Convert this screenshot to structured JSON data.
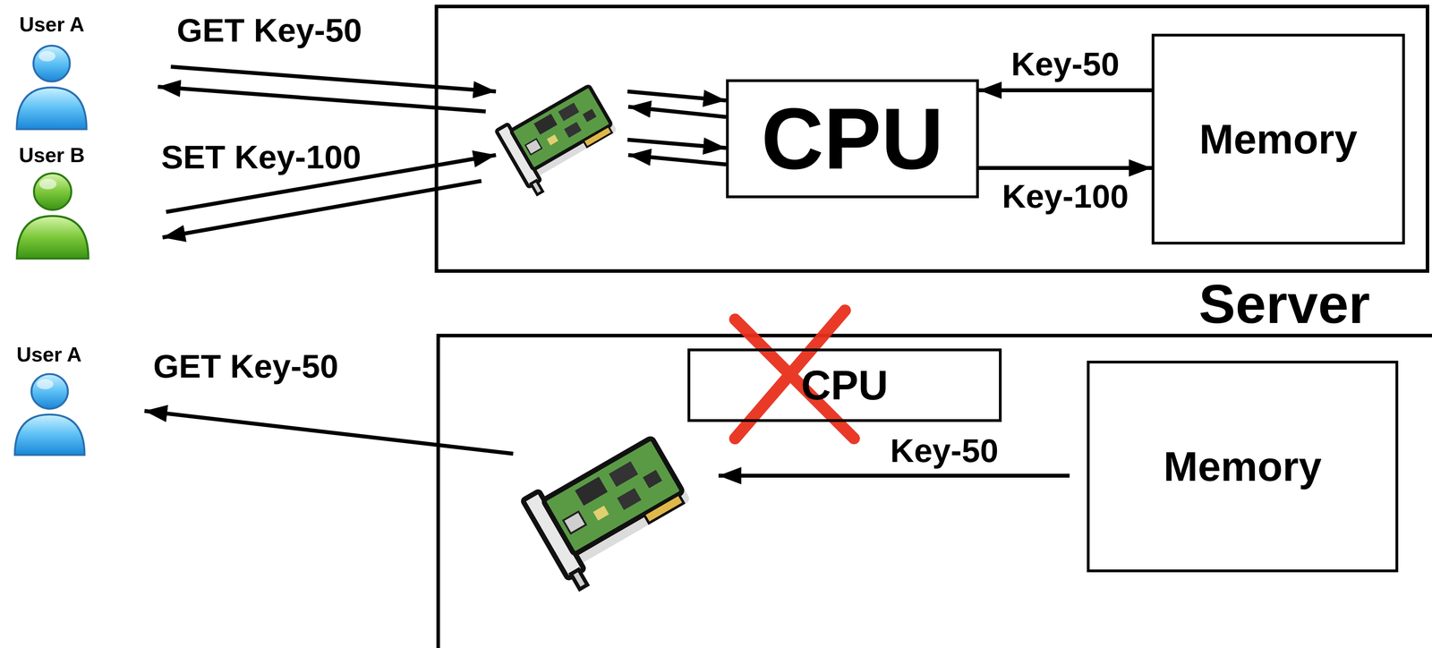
{
  "diagram": {
    "nodes": [
      {
        "text": [
          "Server"
        ]
      },
      {
        "text": [
          "CPU"
        ],
        "in": 0
      },
      {
        "text": [
          "Memory"
        ],
        "in": 0
      },
      {
        "text": [
          "CPU"
        ]
      },
      {
        "text": [
          "Memory"
        ]
      }
    ],
    "edges": [
      {
        "from": 2,
        "to": 1,
        "arrow": "to",
        "label": "Key-50"
      },
      {
        "from": 1,
        "to": 2,
        "arrow": "to",
        "label": "Key-100"
      }
    ],
    "labels": [
      "User A",
      "GET Key-50",
      "User B",
      "SET Key-100",
      "User A",
      "GET Key-50",
      "Key-50"
    ]
  }
}
